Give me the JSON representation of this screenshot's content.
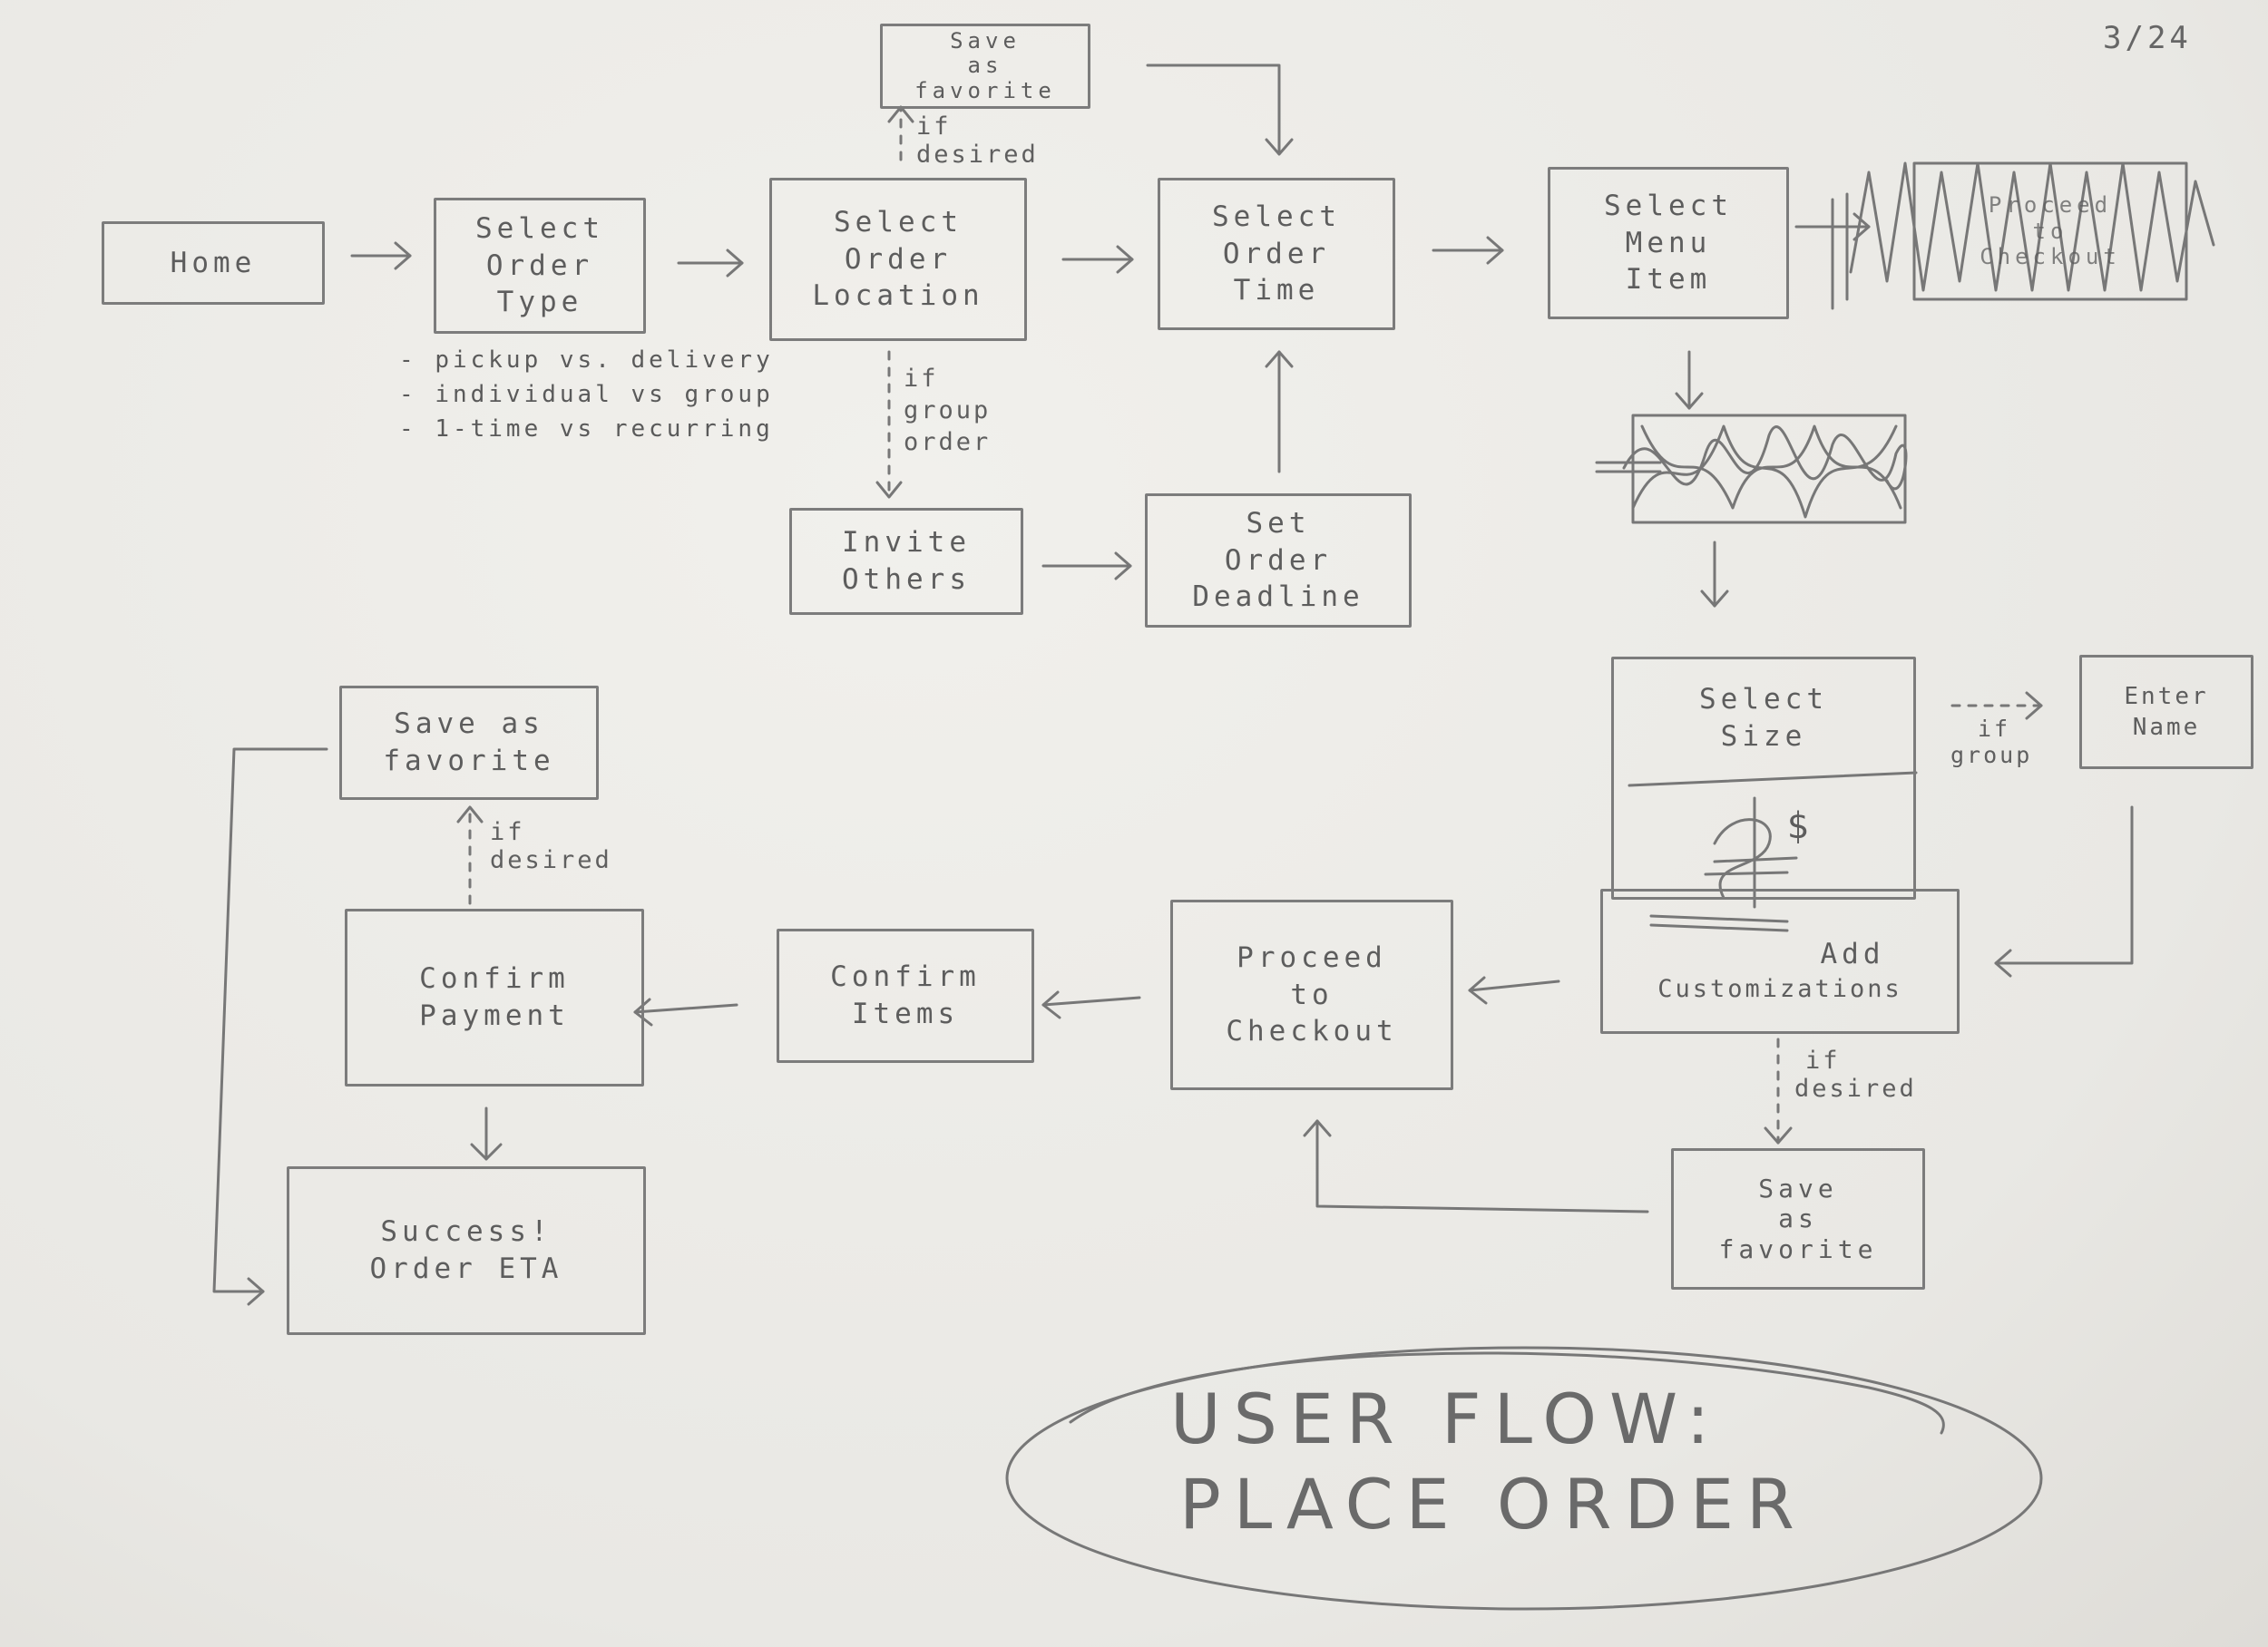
{
  "date": "3/24",
  "title": {
    "line1": "USER FLOW:",
    "line2": "PLACE ORDER"
  },
  "nodes": {
    "home": [
      "Home"
    ],
    "select_order_type": [
      "Select",
      "Order",
      "Type"
    ],
    "select_order_location": [
      "Select",
      "Order",
      "Location"
    ],
    "save_favorite_top": [
      "Save",
      "as",
      "favorite"
    ],
    "select_order_time": [
      "Select",
      "Order",
      "Time"
    ],
    "select_menu_item": [
      "Select",
      "Menu",
      "Item"
    ],
    "proceed_checkout_crossed": [
      "Proceed",
      "to",
      "Checkout"
    ],
    "invite_others": [
      "Invite",
      "Others"
    ],
    "set_order_deadline": [
      "Set",
      "Order",
      "Deadline"
    ],
    "select_size": [
      "Select",
      "Size"
    ],
    "price": [
      "$"
    ],
    "add_customizations": [
      "Add",
      "Customizations"
    ],
    "enter_name": [
      "Enter",
      "Name"
    ],
    "save_favorite_right": [
      "Save",
      "as",
      "favorite"
    ],
    "proceed_to_checkout": [
      "Proceed",
      "to",
      "Checkout"
    ],
    "confirm_items": [
      "Confirm",
      "Items"
    ],
    "confirm_payment": [
      "Confirm",
      "Payment"
    ],
    "save_favorite_left": [
      "Save as",
      "favorite"
    ],
    "success": [
      "Success!",
      "Order ETA"
    ]
  },
  "notes": {
    "order_type_options": [
      "pickup vs. delivery",
      "individual vs group",
      "1-time vs recurring"
    ],
    "if_desired_top": [
      "if",
      "desired"
    ],
    "if_group_order": [
      "if",
      "group",
      "order"
    ],
    "if_group": [
      "if",
      "group"
    ],
    "if_desired_right": [
      "if",
      "desired"
    ],
    "if_desired_left": [
      "if",
      "desired"
    ]
  }
}
